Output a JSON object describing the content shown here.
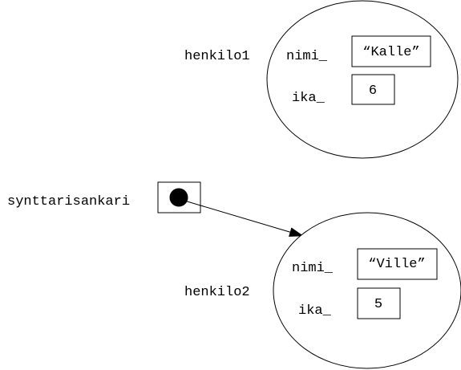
{
  "colors": {
    "stroke": "#000000",
    "background": "#ffffff",
    "pointer_dot": "#000000"
  },
  "objects": [
    {
      "name": "henkilo1",
      "fields": [
        {
          "field": "nimi_",
          "value": "“Kalle”"
        },
        {
          "field": "ika_",
          "value": "6"
        }
      ]
    },
    {
      "name": "henkilo2",
      "fields": [
        {
          "field": "nimi_",
          "value": "“Ville”"
        },
        {
          "field": "ika_",
          "value": "5"
        }
      ]
    }
  ],
  "pointer": {
    "name": "synttarisankari",
    "target": "henkilo2"
  }
}
